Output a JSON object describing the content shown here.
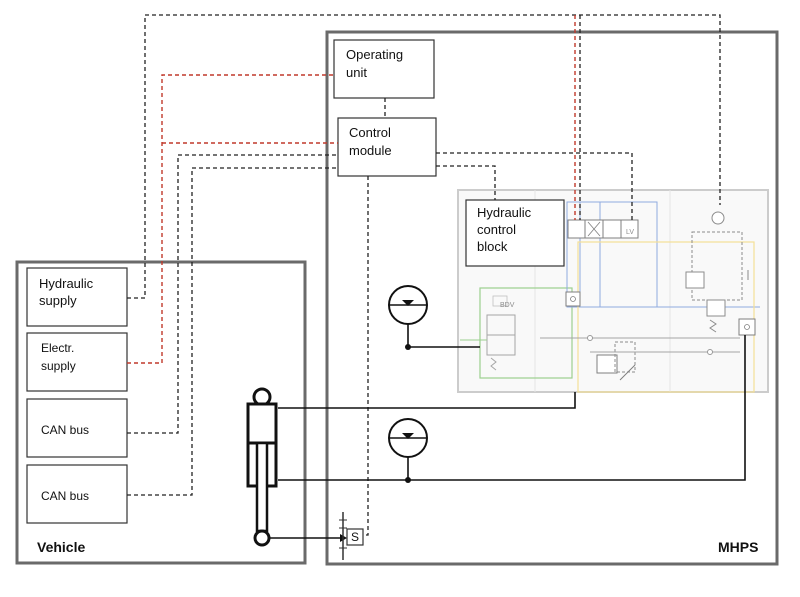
{
  "colors": {
    "frame": "#6a6a6a",
    "signal_line": "#222222",
    "electric_line": "#c0392b",
    "hydraulic_line": "#111111",
    "valve_green": "#7cbf6a",
    "valve_blue": "#6b8fd6",
    "valve_yellow": "#f2d675"
  },
  "vehicle": {
    "title": "Vehicle",
    "hydraulic_supply": [
      "Hydraulic",
      "supply"
    ],
    "electr_supply": [
      "Electr.",
      "supply"
    ],
    "can_bus_1": "CAN bus",
    "can_bus_2": "CAN bus"
  },
  "mhps": {
    "title": "MHPS",
    "operating_unit": [
      "Operating",
      "unit"
    ],
    "control_module": [
      "Control",
      "module"
    ],
    "hydraulic_control_block": [
      "Hydraulic",
      "control",
      "block"
    ],
    "sensor_label": "S",
    "valve_labels": {
      "bdv": "BDV",
      "lv": "LV"
    }
  }
}
